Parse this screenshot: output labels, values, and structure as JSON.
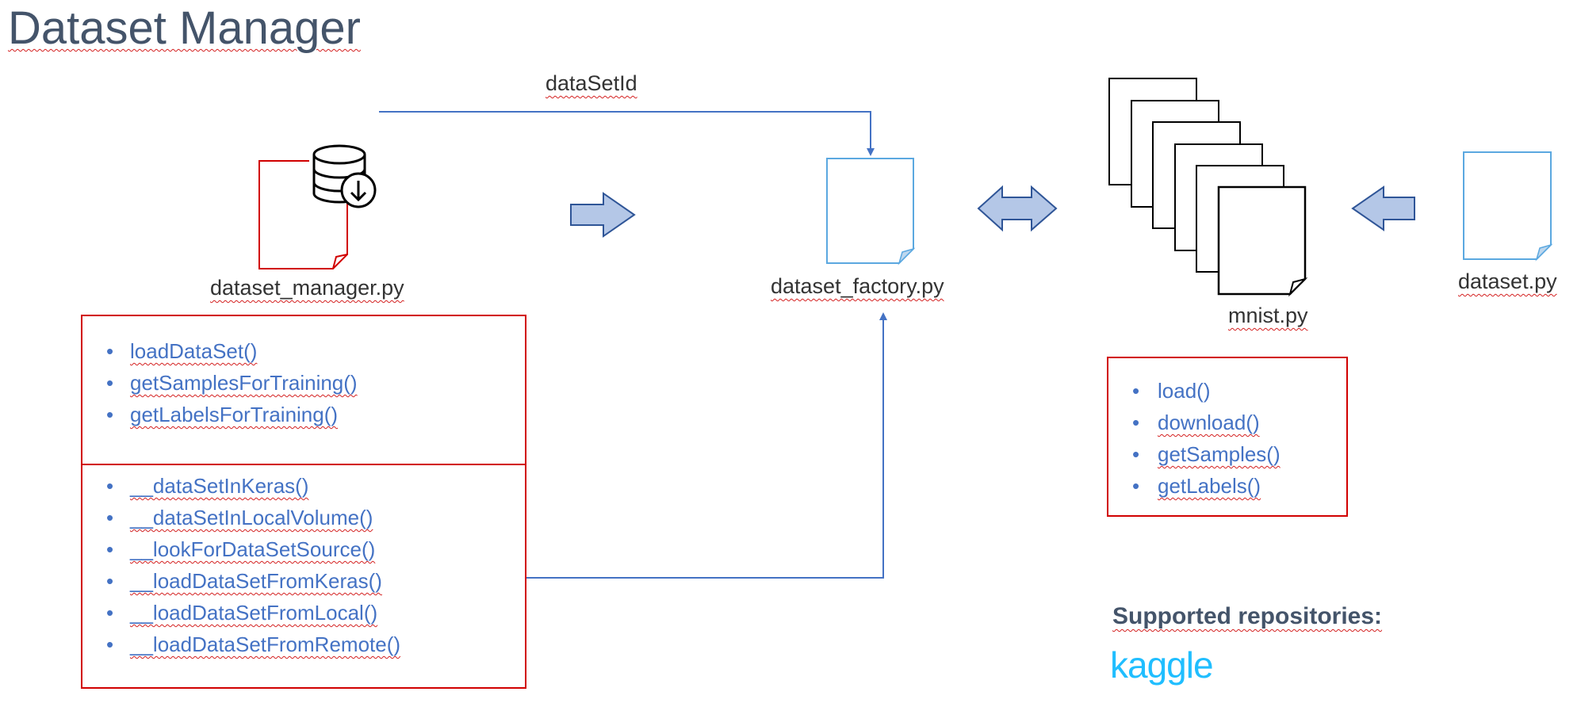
{
  "title": "Dataset Manager",
  "edge_label": "dataSetId",
  "files": {
    "manager": "dataset_manager.py",
    "factory": "dataset_factory.py",
    "mnist": "mnist.py",
    "dataset": "dataset.py"
  },
  "manager_public_methods": [
    "loadDataSet()",
    "getSamplesForTraining()",
    "getLabelsForTraining()"
  ],
  "manager_private_methods": [
    "__dataSetInKeras()",
    "__dataSetInLocalVolume()",
    "__lookForDataSetSource()",
    "__loadDataSetFromKeras()",
    "__loadDataSetFromLocal()",
    "__loadDataSetFromRemote()"
  ],
  "mnist_methods": [
    "load()",
    "download()",
    "getSamples()",
    "getLabels()"
  ],
  "supported": {
    "heading": "Supported repositories:",
    "logo_text": "kaggle"
  },
  "colors": {
    "line_blue": "#4472C4",
    "arrow_fill": "#B4C7E7",
    "arrow_stroke": "#2F5597",
    "box_red": "#D10000",
    "doc_blue": "#5BA8E0",
    "kaggle": "#20BEFF",
    "title": "#44546A"
  },
  "icons": [
    "database-download-icon",
    "document-icon",
    "stacked-documents-icon"
  ]
}
